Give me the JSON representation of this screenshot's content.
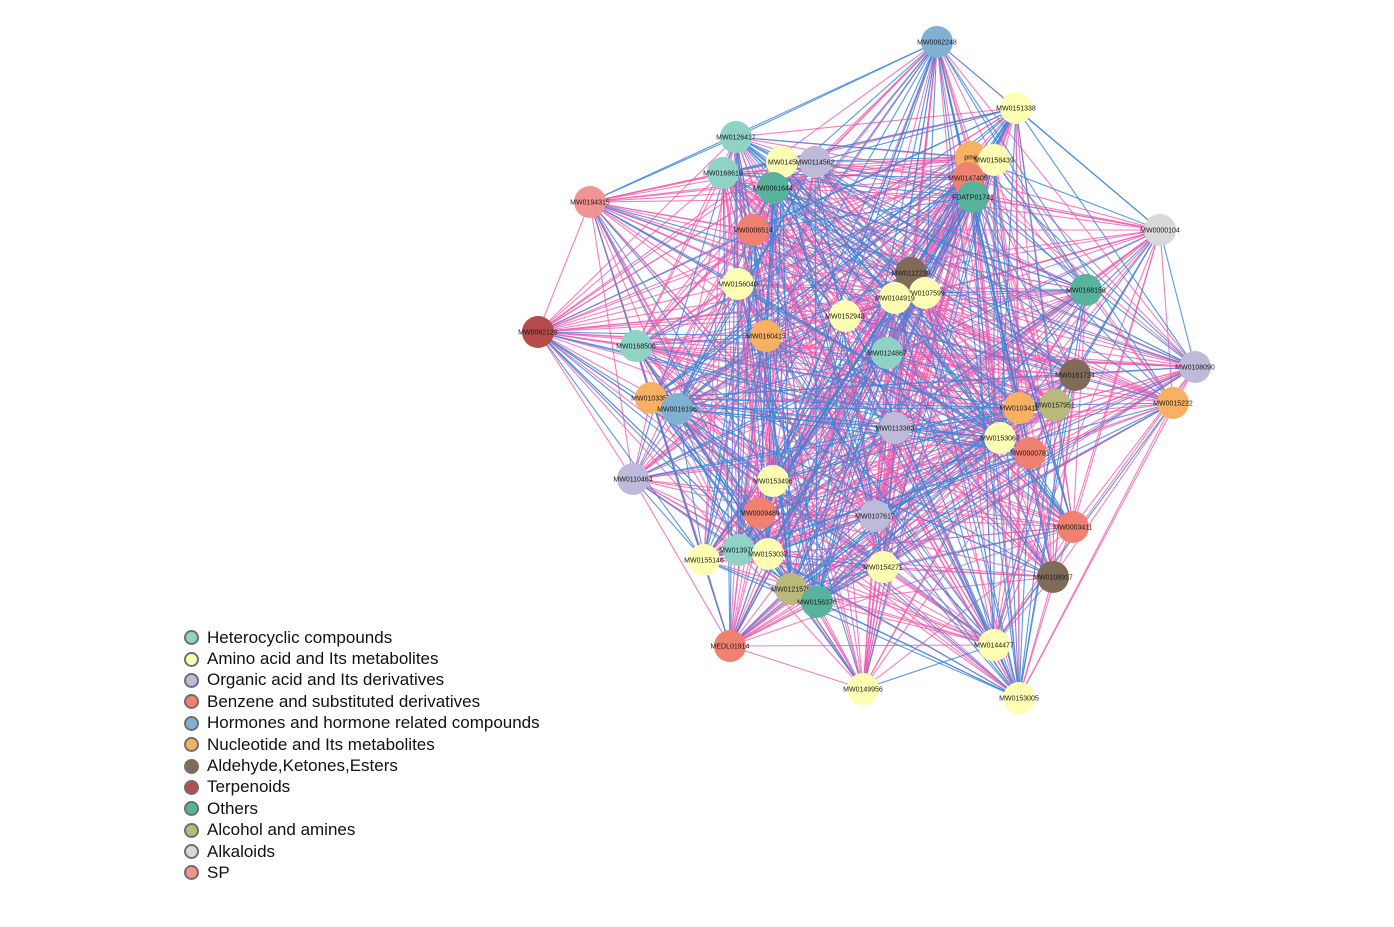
{
  "categories": [
    {
      "key": "heterocyclic",
      "label": "Heterocyclic compounds",
      "color": "#8fd3c7"
    },
    {
      "key": "amino",
      "label": "Amino acid and Its metabolites",
      "color": "#ffffb3"
    },
    {
      "key": "organic",
      "label": "Organic acid and Its derivatives",
      "color": "#bebada"
    },
    {
      "key": "benzene",
      "label": "Benzene and substituted derivatives",
      "color": "#f0806f"
    },
    {
      "key": "hormones",
      "label": "Hormones and hormone related compounds",
      "color": "#80b1d3"
    },
    {
      "key": "nucleotide",
      "label": "Nucleotide and Its metabolites",
      "color": "#f8b062"
    },
    {
      "key": "aldehyde",
      "label": "Aldehyde,Ketones,Esters",
      "color": "#7f6b58"
    },
    {
      "key": "terpenoids",
      "label": "Terpenoids",
      "color": "#b64b4b"
    },
    {
      "key": "others",
      "label": "Others",
      "color": "#57b39b"
    },
    {
      "key": "alcohol",
      "label": "Alcohol and amines",
      "color": "#b8b97a"
    },
    {
      "key": "alkaloids",
      "label": "Alkaloids",
      "color": "#d9d9d9"
    },
    {
      "key": "sp",
      "label": "SP",
      "color": "#f19393"
    }
  ],
  "edge_colors": {
    "positive": "#ee5fb0",
    "negative": "#3f86d6"
  },
  "nodes": [
    {
      "id": "MW0062248",
      "cat": "hormones"
    },
    {
      "id": "MW0151338",
      "cat": "amino"
    },
    {
      "id": "MW0126417",
      "cat": "heterocyclic"
    },
    {
      "id": "MW0145",
      "cat": "amino"
    },
    {
      "id": "MW0114562",
      "cat": "organic"
    },
    {
      "id": "pme",
      "cat": "nucleotide"
    },
    {
      "id": "MW0158439",
      "cat": "amino"
    },
    {
      "id": "MW0168619",
      "cat": "heterocyclic"
    },
    {
      "id": "MW0061644",
      "cat": "others"
    },
    {
      "id": "MW0147409",
      "cat": "benzene"
    },
    {
      "id": "FDATP01741",
      "cat": "others"
    },
    {
      "id": "MW0194315",
      "cat": "sp"
    },
    {
      "id": "MW0000104",
      "cat": "alkaloids"
    },
    {
      "id": "MW0006514",
      "cat": "benzene"
    },
    {
      "id": "MW0112230",
      "cat": "aldehyde"
    },
    {
      "id": "MW0156040",
      "cat": "amino"
    },
    {
      "id": "MW0107599",
      "cat": "amino"
    },
    {
      "id": "MW0104919",
      "cat": "amino"
    },
    {
      "id": "MW0168158",
      "cat": "others"
    },
    {
      "id": "MW0152943",
      "cat": "amino"
    },
    {
      "id": "MW0062128",
      "cat": "terpenoids"
    },
    {
      "id": "MW0160415",
      "cat": "nucleotide"
    },
    {
      "id": "MW0168506",
      "cat": "heterocyclic"
    },
    {
      "id": "MW0124867",
      "cat": "heterocyclic"
    },
    {
      "id": "MW0108090",
      "cat": "organic"
    },
    {
      "id": "MW0161724",
      "cat": "aldehyde"
    },
    {
      "id": "MW0103357",
      "cat": "nucleotide"
    },
    {
      "id": "MW0016196",
      "cat": "hormones"
    },
    {
      "id": "MW0015222",
      "cat": "nucleotide"
    },
    {
      "id": "MW0157951",
      "cat": "alcohol"
    },
    {
      "id": "MW0103411",
      "cat": "nucleotide"
    },
    {
      "id": "MW0113383",
      "cat": "organic"
    },
    {
      "id": "MW0153067",
      "cat": "amino"
    },
    {
      "id": "MW0000781",
      "cat": "benzene"
    },
    {
      "id": "MW0110464",
      "cat": "organic"
    },
    {
      "id": "MW0153496",
      "cat": "amino"
    },
    {
      "id": "MW0009489",
      "cat": "benzene"
    },
    {
      "id": "MW0107617",
      "cat": "organic"
    },
    {
      "id": "MW0003411",
      "cat": "benzene"
    },
    {
      "id": "MW0139701",
      "cat": "heterocyclic"
    },
    {
      "id": "MW0153037",
      "cat": "amino"
    },
    {
      "id": "MW0155146",
      "cat": "amino"
    },
    {
      "id": "MW0154271",
      "cat": "amino"
    },
    {
      "id": "MW0108917",
      "cat": "aldehyde"
    },
    {
      "id": "MW0121578",
      "cat": "alcohol"
    },
    {
      "id": "MW0156376",
      "cat": "others"
    },
    {
      "id": "MEDL01914",
      "cat": "benzene"
    },
    {
      "id": "MW0144477",
      "cat": "amino"
    },
    {
      "id": "MW0149956",
      "cat": "amino"
    },
    {
      "id": "MW0153005",
      "cat": "amino"
    }
  ]
}
